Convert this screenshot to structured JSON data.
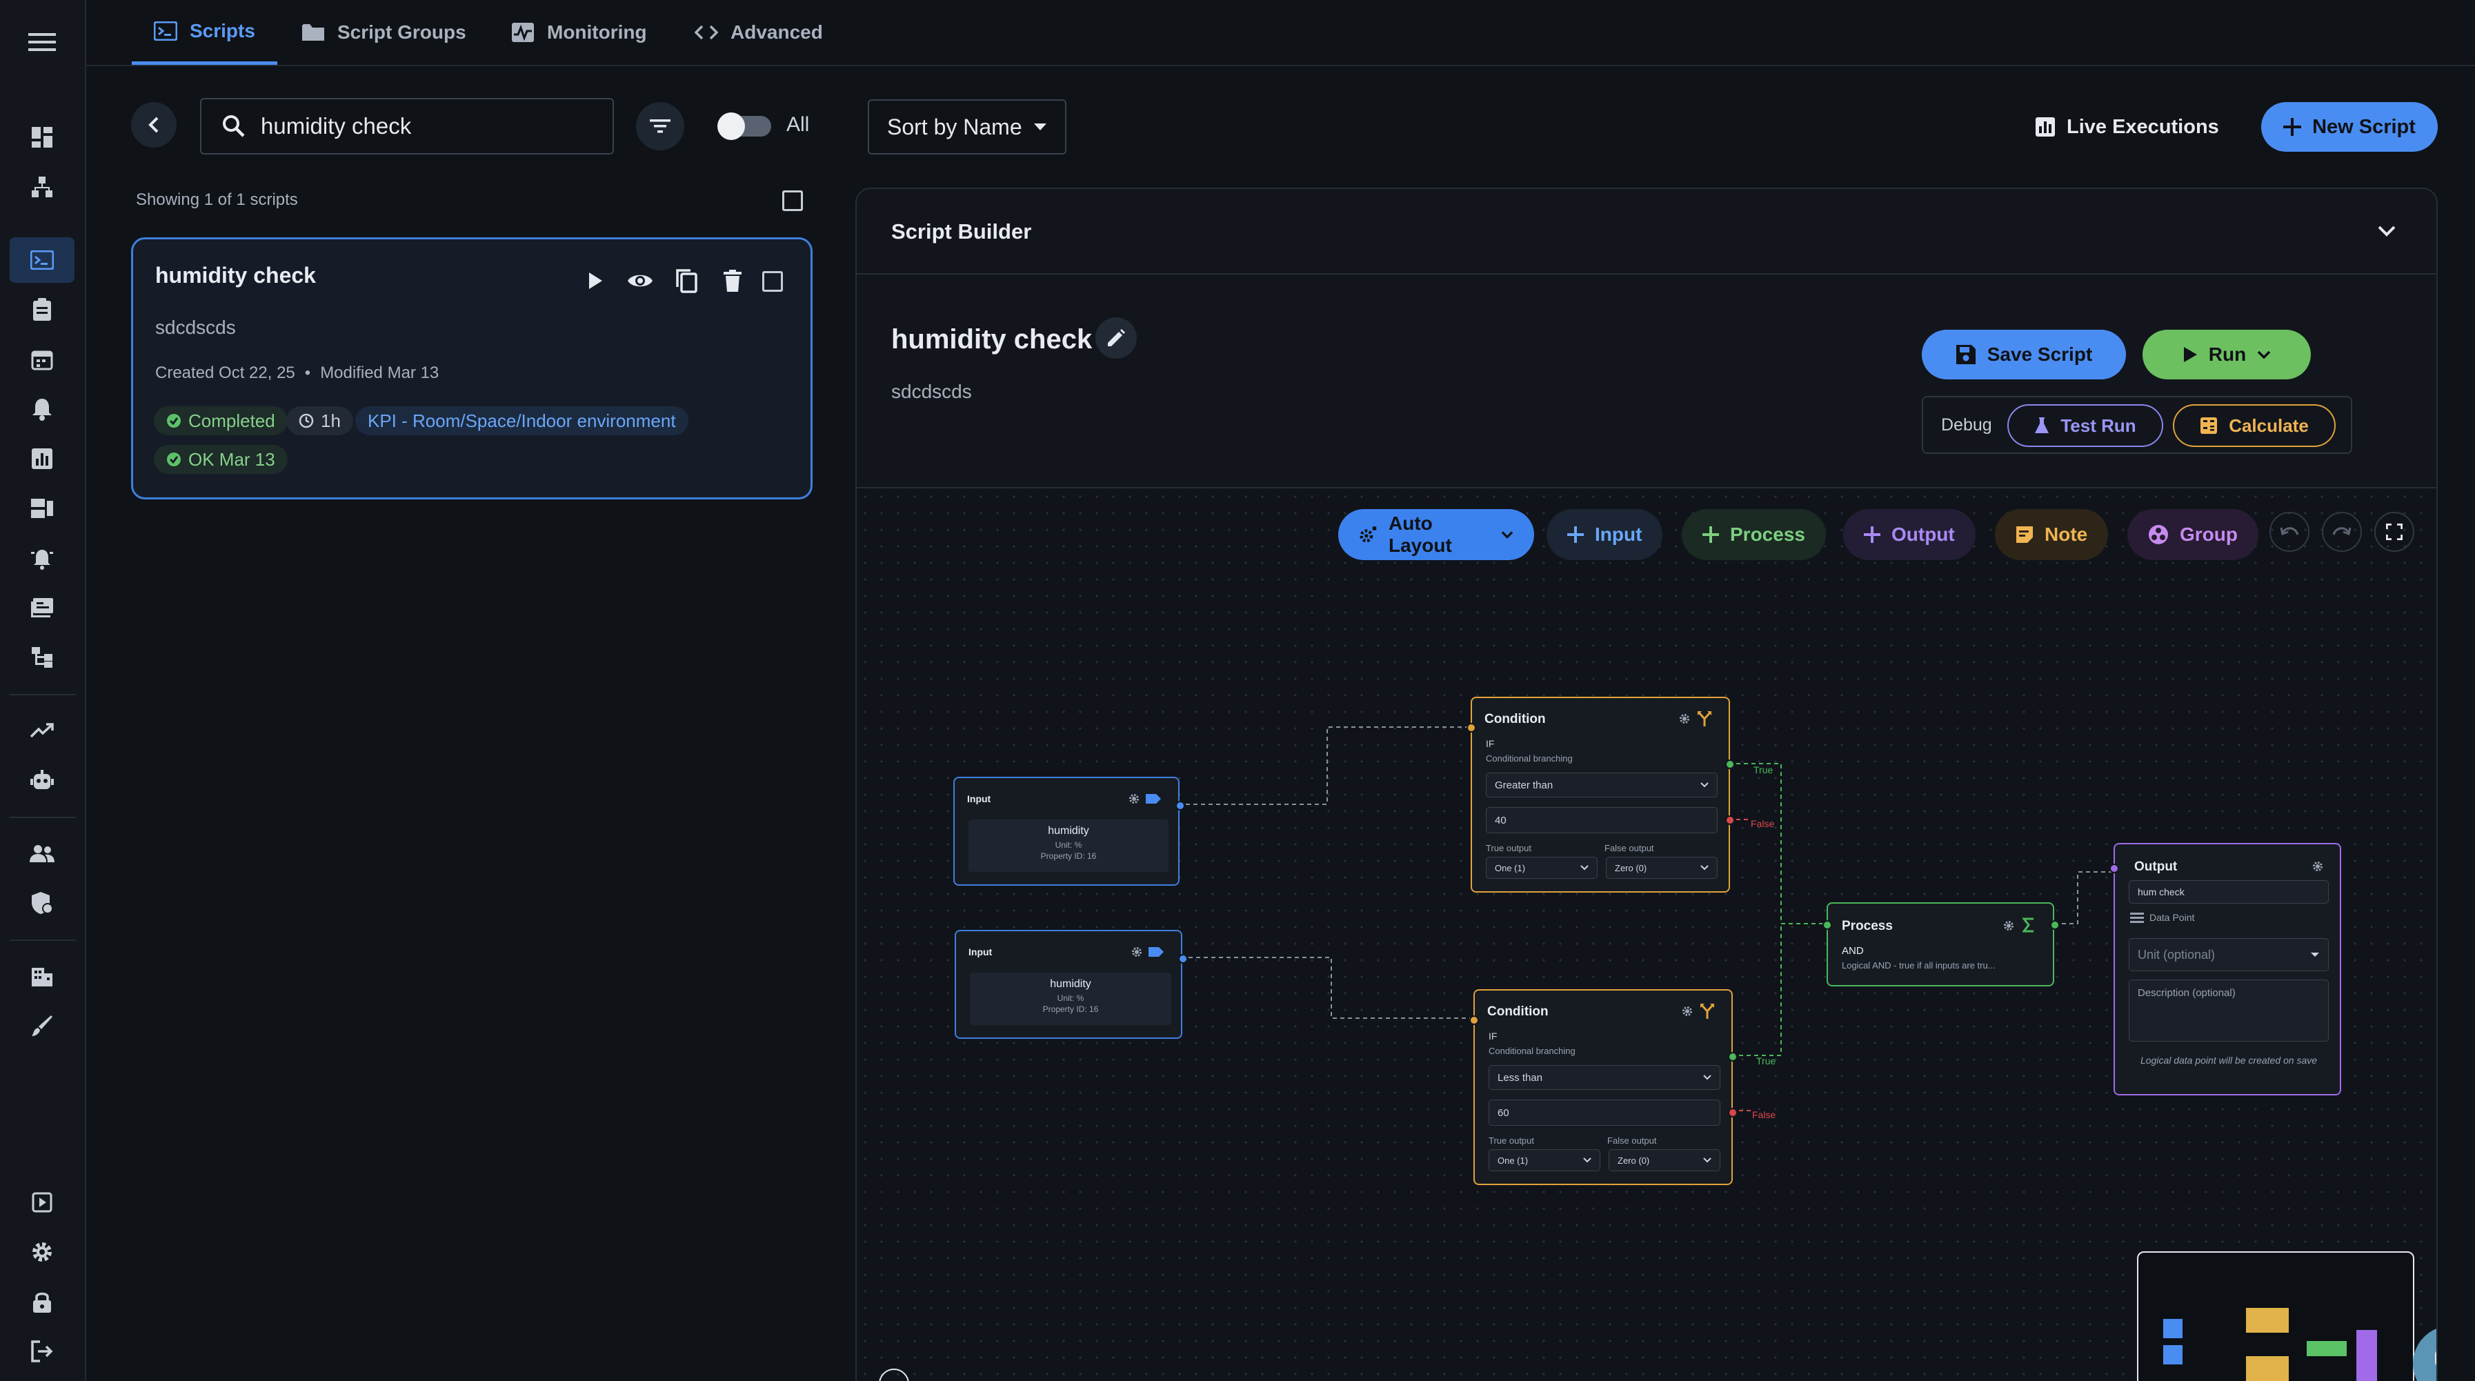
{
  "nav": {
    "tabs": [
      {
        "label": "Scripts"
      },
      {
        "label": "Script Groups"
      },
      {
        "label": "Monitoring"
      },
      {
        "label": "Advanced"
      }
    ]
  },
  "toolbar": {
    "search_value": "humidity check",
    "toggle_label": "All",
    "sort_label": "Sort by Name",
    "live_label": "Live Executions",
    "new_label": "New Script"
  },
  "list": {
    "showing": "Showing 1 of 1 scripts",
    "card": {
      "title": "humidity check",
      "desc": "sdcdscds",
      "created": "Created Oct 22, 25",
      "modified": "Modified Mar 13",
      "status": "Completed",
      "interval": "1h",
      "category": "KPI - Room/Space/Indoor environment",
      "last": "OK Mar 13"
    }
  },
  "builder": {
    "header": "Script Builder",
    "name": "humidity check",
    "desc": "sdcdscds",
    "save": "Save Script",
    "run": "Run",
    "debug": "Debug",
    "test_run": "Test Run",
    "calculate": "Calculate",
    "colors": {
      "accent": "#4a8df2",
      "run": "#6cc060",
      "calc": "#e2a23a",
      "test": "#8b86f0"
    }
  },
  "canvas_toolbar": {
    "auto_layout": "Auto Layout",
    "input": "Input",
    "process": "Process",
    "output": "Output",
    "note": "Note",
    "group": "Group"
  },
  "nodes": {
    "input1": {
      "title": "Input",
      "name": "humidity",
      "unit": "Unit: %",
      "pid": "Property ID: 16"
    },
    "input2": {
      "title": "Input",
      "name": "humidity",
      "unit": "Unit: %",
      "pid": "Property ID: 16"
    },
    "cond1": {
      "title": "Condition",
      "if": "IF",
      "sub": "Conditional branching",
      "op": "Greater than",
      "value": "40",
      "true_label": "True output",
      "false_label": "False output",
      "true_val": "One (1)",
      "false_val": "Zero (0)"
    },
    "cond2": {
      "title": "Condition",
      "if": "IF",
      "sub": "Conditional branching",
      "op": "Less than",
      "value": "60",
      "true_label": "True output",
      "false_label": "False output",
      "true_val": "One (1)",
      "false_val": "Zero (0)"
    },
    "process": {
      "title": "Process",
      "op": "AND",
      "desc": "Logical AND - true if all inputs are tru..."
    },
    "output": {
      "title": "Output",
      "name": "hum check",
      "dp": "Data Point",
      "unit_ph": "Unit (optional)",
      "desc_ph": "Description (optional)",
      "note": "Logical data point will be created on save"
    },
    "edge_true": "True",
    "edge_false": "False"
  }
}
